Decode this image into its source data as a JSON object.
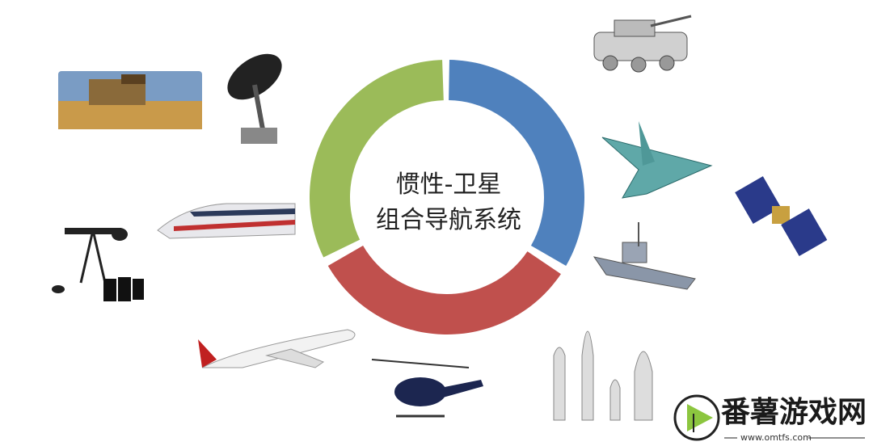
{
  "diagram": {
    "center_line1": "惯性-卫星",
    "center_line2": "组合导航系统",
    "ring_segments": [
      {
        "color": "#4f81bd"
      },
      {
        "color": "#c0504d"
      },
      {
        "color": "#9bbb59"
      }
    ],
    "illustrations": [
      "harvester",
      "satellite-dish",
      "high-speed-train",
      "oil-well",
      "airliner",
      "helicopter",
      "missiles",
      "warship",
      "satellite",
      "fighter-jet",
      "tank"
    ]
  },
  "watermark": {
    "name": "番薯游戏网",
    "url": "www.omtfs.com",
    "logo_color": "#8cc63f"
  }
}
